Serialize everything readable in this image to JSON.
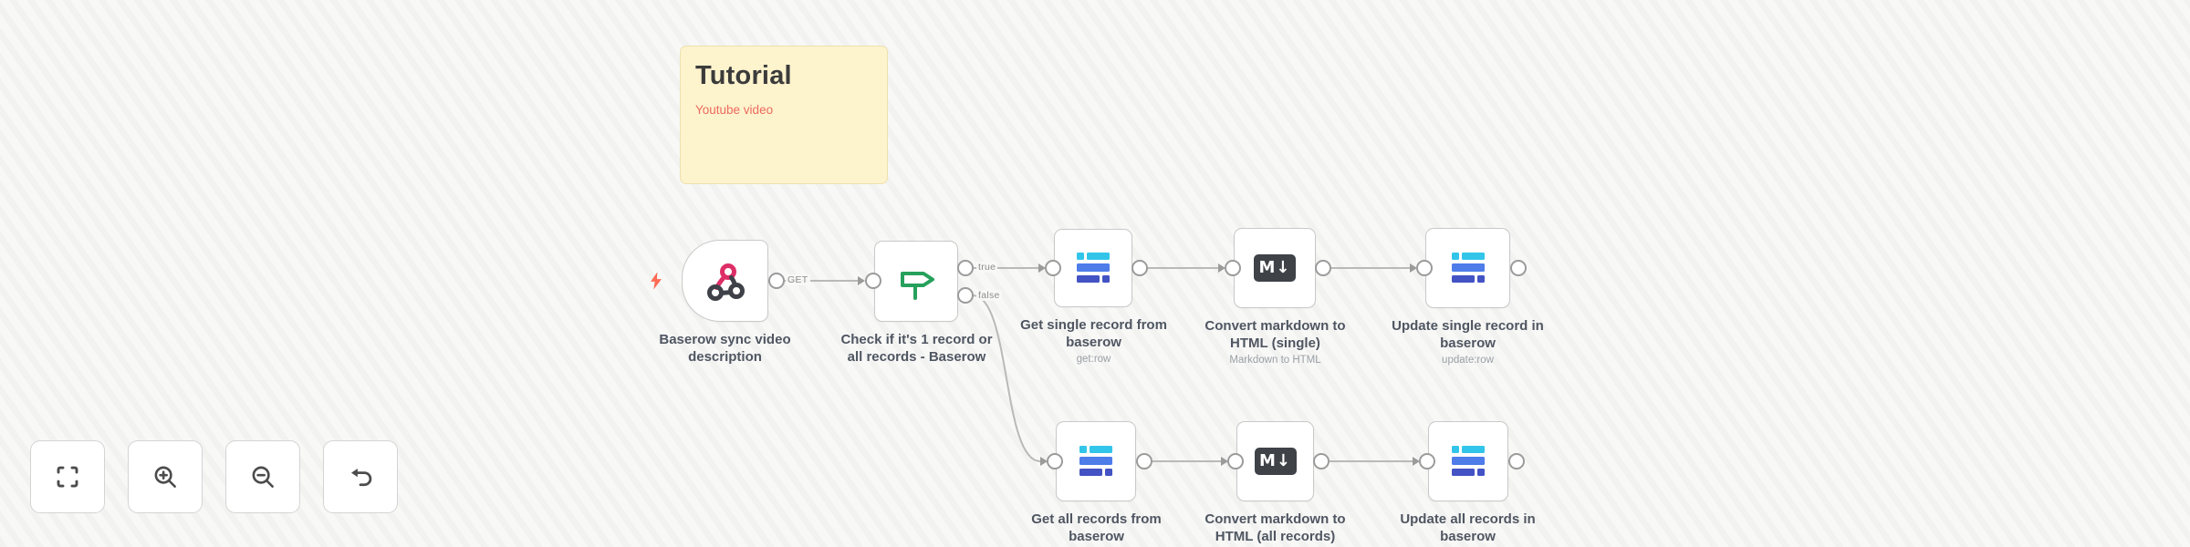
{
  "sticky_note": {
    "title": "Tutorial",
    "link_text": "Youtube video"
  },
  "workflow": {
    "nodes": [
      {
        "title": "Baserow sync video description",
        "type": "webhook-trigger"
      },
      {
        "title": "Check if it's 1 record or all records - Baserow",
        "type": "if"
      },
      {
        "title": "Get single record from baserow",
        "subtitle": "get:row",
        "type": "baserow"
      },
      {
        "title": "Convert markdown to HTML (single)",
        "subtitle": "Markdown to HTML",
        "type": "markdown"
      },
      {
        "title": "Update single record in baserow",
        "subtitle": "update:row",
        "type": "baserow"
      },
      {
        "title": "Get all records from baserow",
        "type": "baserow"
      },
      {
        "title": "Convert markdown to HTML (all records)",
        "type": "markdown"
      },
      {
        "title": "Update all records in baserow",
        "type": "baserow"
      }
    ],
    "edge_labels": {
      "webhook_method": "GET",
      "if_true": "true",
      "if_false": "false"
    },
    "markdown_badge": "M↓"
  },
  "controls": {
    "buttons": [
      {
        "icon": "zoom-to-fit-icon"
      },
      {
        "icon": "zoom-in-icon"
      },
      {
        "icon": "zoom-out-icon"
      },
      {
        "icon": "undo-icon"
      }
    ]
  },
  "colors": {
    "canvas_bg": "#f8f8f7",
    "sticky_bg": "#fdf3cd",
    "sticky_link": "#ed6a5f",
    "trigger_bolt": "#ff6b55",
    "webhook_pink": "#dd2e68",
    "webhook_dark": "#3e4248",
    "if_green": "#27a05c",
    "baserow_cyan": "#33c5e9",
    "baserow_blue": "#4e7ce9",
    "baserow_indigo": "#4353c4",
    "markdown_dark": "#3f4348",
    "wire_gray": "#b9b9b9"
  }
}
